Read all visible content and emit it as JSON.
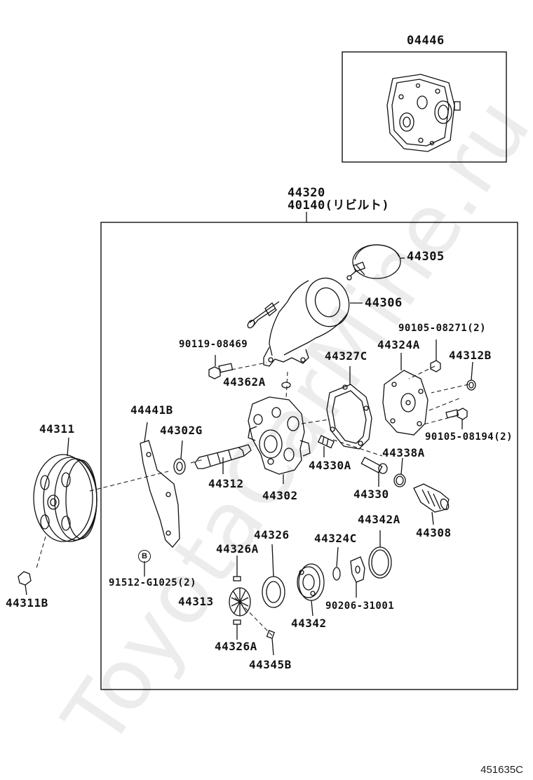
{
  "watermark": "ToyotaCarMine.ru",
  "figure_id": "451635C",
  "labels": {
    "p04446": "04446",
    "p44320": "44320",
    "p40140": "40140(リビルト)",
    "p44305": "44305",
    "p44306": "44306",
    "p90105_08271": "90105-08271(2)",
    "p90119_08469": "90119-08469",
    "p44324A": "44324A",
    "p44312B": "44312B",
    "p44327C": "44327C",
    "p44362A": "44362A",
    "p44441B": "44441B",
    "p44311": "44311",
    "p44302G": "44302G",
    "p90105_08194": "90105-08194(2)",
    "p44338A": "44338A",
    "p44330A": "44330A",
    "p44312": "44312",
    "p44302": "44302",
    "p44330": "44330",
    "p44308": "44308",
    "p44342A": "44342A",
    "p44326": "44326",
    "p44324C": "44324C",
    "p44326A_top": "44326A",
    "p91512": "91512-G1025(2)",
    "p44313": "44313",
    "p90206": "90206-31001",
    "p44342": "44342",
    "p44311B": "44311B",
    "p44326A_bot": "44326A",
    "p44345B": "44345B",
    "bolt_marker": "B"
  }
}
